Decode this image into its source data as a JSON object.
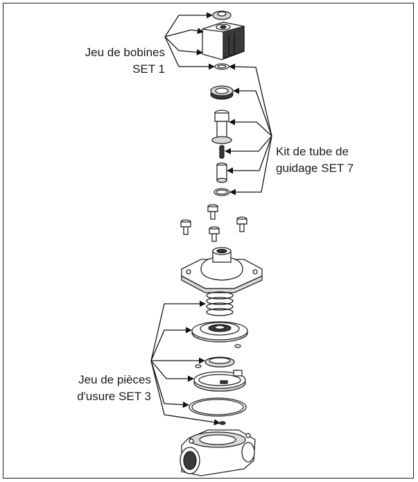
{
  "labels": {
    "coil_set_line1": "Jeu de bobines",
    "coil_set_line2": "SET 1",
    "guide_tube_line1": "Kit de tube de",
    "guide_tube_line2": "guidage SET 7",
    "wear_parts_line1": "Jeu de pièces",
    "wear_parts_line2": "d'usure SET 3"
  }
}
